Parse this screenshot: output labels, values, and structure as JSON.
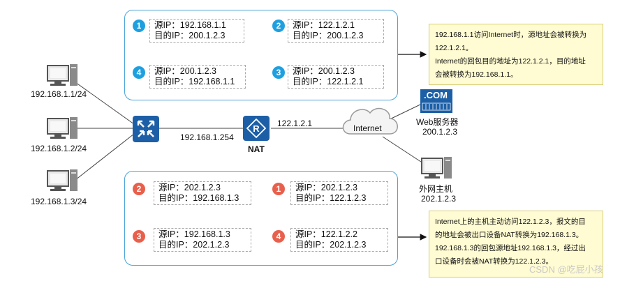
{
  "hosts": [
    {
      "label": "192.168.1.1/24"
    },
    {
      "label": "192.168.1.2/24"
    },
    {
      "label": "192.168.1.3/24"
    }
  ],
  "switch_ip": "192.168.1.254",
  "nat": {
    "label": "NAT",
    "ip": "122.1.2.1"
  },
  "internet": {
    "label": "Internet"
  },
  "web_server": {
    "icon_text": ".COM",
    "name": "Web服务器",
    "ip": "200.1.2.3"
  },
  "ext_host": {
    "name": "外网主机",
    "ip": "202.1.2.3"
  },
  "top_panel": {
    "steps": [
      {
        "num": "1",
        "line1": "源IP：192.168.1.1",
        "line2": "目的IP：200.1.2.3"
      },
      {
        "num": "2",
        "line1": "源IP：122.1.2.1",
        "line2": "目的IP：200.1.2.3"
      },
      {
        "num": "4",
        "line1": "源IP：200.1.2.3",
        "line2": "目的IP：192.168.1.1"
      },
      {
        "num": "3",
        "line1": "源IP：200.1.2.3",
        "line2": "目的IP：122.1.2.1"
      }
    ]
  },
  "bottom_panel": {
    "steps": [
      {
        "num": "2",
        "line1": "源IP：202.1.2.3",
        "line2": "目的IP：192.168.1.3"
      },
      {
        "num": "1",
        "line1": "源IP：202.1.2.3",
        "line2": "目的IP：122.1.2.3"
      },
      {
        "num": "3",
        "line1": "源IP：192.168.1.3",
        "line2": "目的IP：202.1.2.3"
      },
      {
        "num": "4",
        "line1": "源IP：122.1.2.2",
        "line2": "目的IP：202.1.2.3"
      }
    ]
  },
  "notes": {
    "top": [
      "192.168.1.1访问Internet时，源地址会被转换为",
      "122.1.2.1。",
      "Internet的回包目的地址为122.1.2.1，目的地址",
      "会被转换为192.168.1.1。"
    ],
    "bottom": [
      "Internet上的主机主动访问122.1.2.3，报文的目",
      "的地址会被出口设备NAT转换为192.168.1.3。",
      "192.168.1.3的回包源地址192.168.1.3，经过出",
      "口设备时会被NAT转换为122.1.2.3。"
    ]
  },
  "watermark": "CSDN @吃屁小孩",
  "colors": {
    "blue_arrow": "#1ea0e0",
    "red_arrow": "#e8604c",
    "panel_border": "#4aa3d8",
    "device_blue": "#1d5fa6",
    "note_bg": "#fffbd2"
  }
}
